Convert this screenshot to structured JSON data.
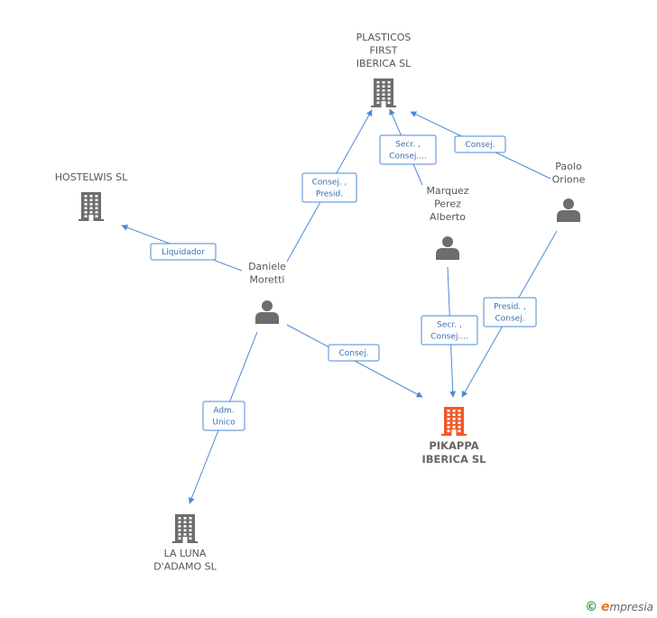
{
  "colors": {
    "edge": "#4a8ad4",
    "company": "#6d6d6d",
    "company_main": "#f05a28",
    "person": "#6d6d6d"
  },
  "nodes": [
    {
      "id": "plasticos",
      "kind": "company",
      "icon": "building-icon",
      "label": [
        "PLASTICOS",
        "FIRST",
        "IBERICA SL"
      ]
    },
    {
      "id": "hostelwis",
      "kind": "company",
      "icon": "building-icon",
      "label": [
        "HOSTELWIS SL"
      ]
    },
    {
      "id": "paolo",
      "kind": "person",
      "icon": "person-icon",
      "label": [
        "Paolo",
        "Orione"
      ]
    },
    {
      "id": "marquez",
      "kind": "person",
      "icon": "person-icon",
      "label": [
        "Marquez",
        "Perez",
        "Alberto"
      ]
    },
    {
      "id": "daniele",
      "kind": "person",
      "icon": "person-icon",
      "label": [
        "Daniele",
        "Moretti"
      ]
    },
    {
      "id": "pikappa",
      "kind": "company_main",
      "icon": "building-icon",
      "label": [
        "PIKAPPA",
        "IBERICA SL"
      ]
    },
    {
      "id": "laluna",
      "kind": "company",
      "icon": "building-icon",
      "label": [
        "LA LUNA",
        "D'ADAMO SL"
      ]
    }
  ],
  "edges": [
    {
      "id": "daniele-plasticos",
      "from": "daniele",
      "to": "plasticos",
      "label": [
        "Consej. ,",
        "Presid."
      ]
    },
    {
      "id": "marquez-plasticos",
      "from": "marquez",
      "to": "plasticos",
      "label": [
        "Secr. ,",
        "Consej...."
      ]
    },
    {
      "id": "paolo-plasticos",
      "from": "paolo",
      "to": "plasticos",
      "label": [
        "Consej."
      ]
    },
    {
      "id": "daniele-hostelwis",
      "from": "daniele",
      "to": "hostelwis",
      "label": [
        "Liquidador"
      ]
    },
    {
      "id": "daniele-pikappa",
      "from": "daniele",
      "to": "pikappa",
      "label": [
        "Consej."
      ]
    },
    {
      "id": "marquez-pikappa",
      "from": "marquez",
      "to": "pikappa",
      "label": [
        "Secr. ,",
        "Consej...."
      ]
    },
    {
      "id": "paolo-pikappa",
      "from": "paolo",
      "to": "pikappa",
      "label": [
        "Presid. ,",
        "Consej."
      ]
    },
    {
      "id": "daniele-laluna",
      "from": "daniele",
      "to": "laluna",
      "label": [
        "Adm.",
        "Unico"
      ]
    }
  ],
  "watermark": {
    "copyright": "©",
    "brand_initial": "e",
    "brand_rest": "mpresia"
  }
}
